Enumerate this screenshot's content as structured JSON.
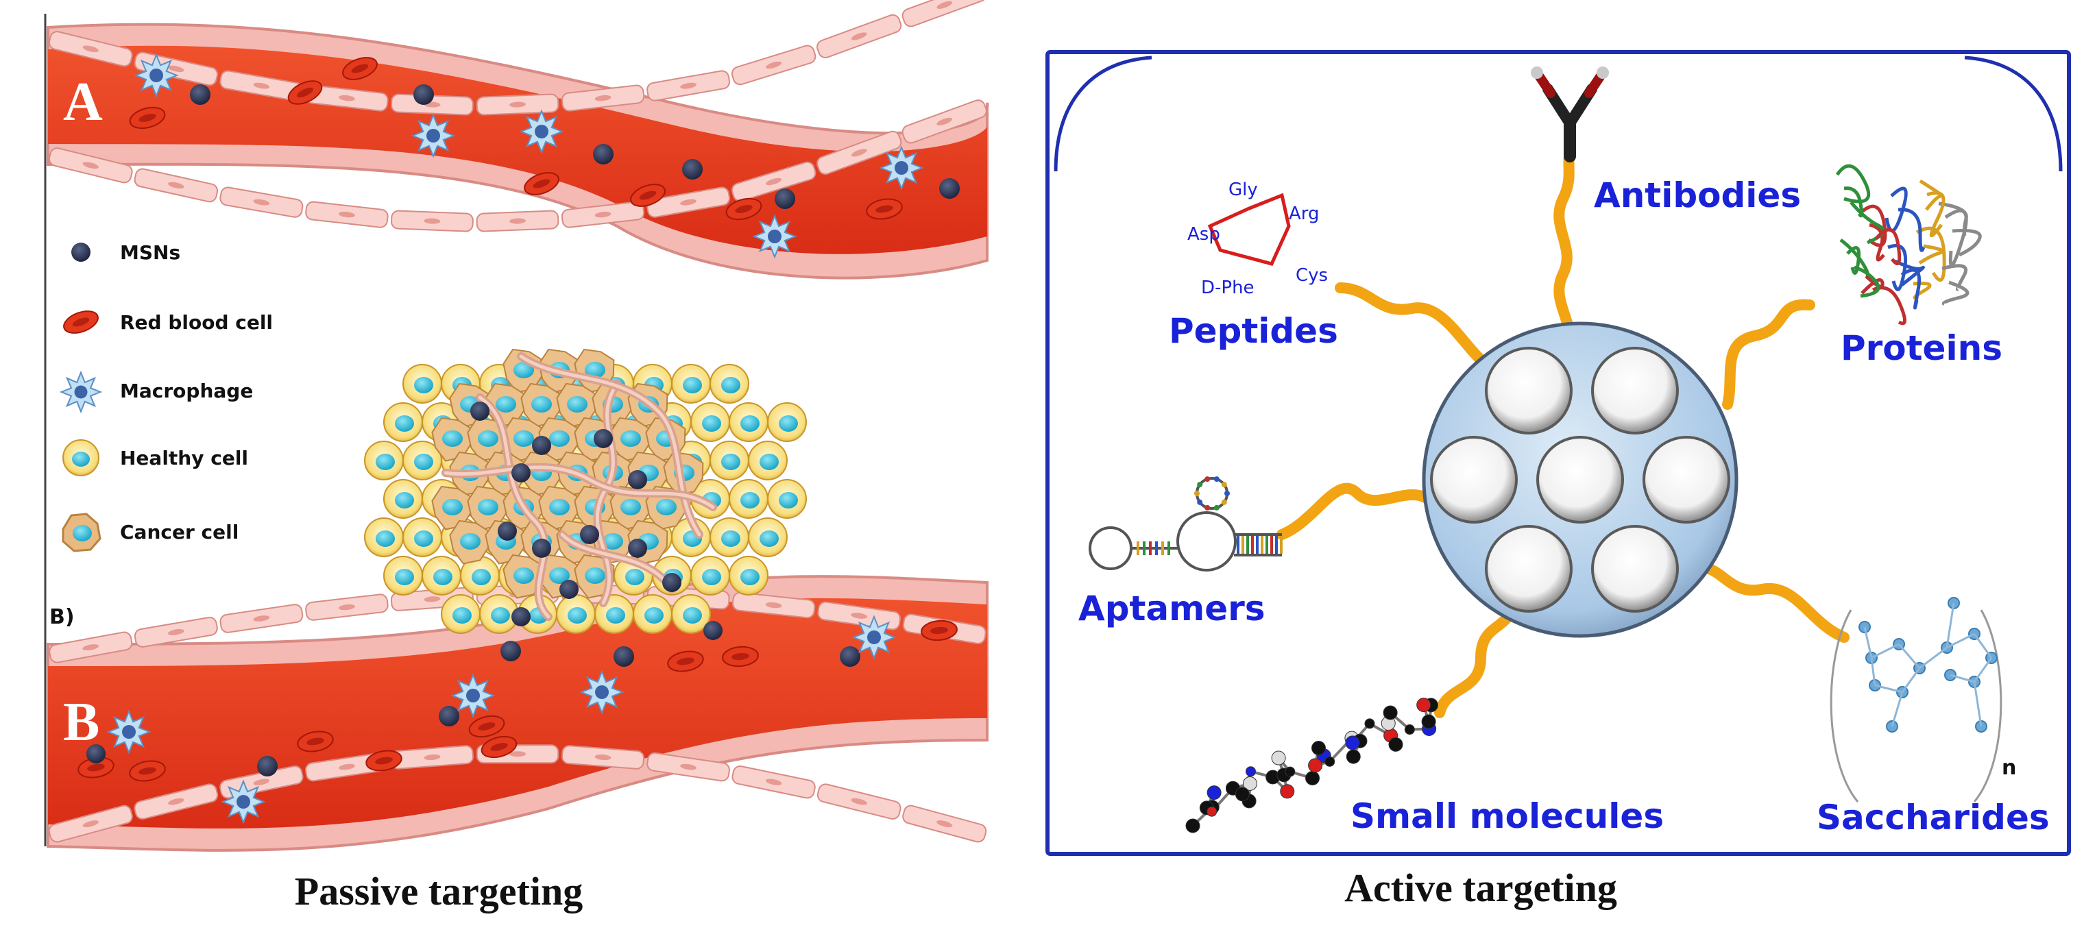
{
  "passive": {
    "caption": "Passive targeting",
    "vessel_a_label": "A",
    "vessel_b_label": "B",
    "section_b_marker": "B)",
    "legend": [
      {
        "label": "MSNs",
        "icon": "msn-icon"
      },
      {
        "label": "Red blood cell",
        "icon": "red-blood-cell-icon"
      },
      {
        "label": "Macrophage",
        "icon": "macrophage-icon"
      },
      {
        "label": "Healthy cell",
        "icon": "healthy-cell-icon"
      },
      {
        "label": "Cancer cell",
        "icon": "cancer-cell-icon"
      }
    ]
  },
  "active": {
    "caption": "Active targeting",
    "ligands": {
      "antibodies": "Antibodies",
      "peptides": "Peptides",
      "proteins": "Proteins",
      "aptamers": "Aptamers",
      "small_molecules": "Small molecules",
      "saccharides": "Saccharides"
    },
    "peptide_residues": [
      "Gly",
      "Arg",
      "Cys",
      "D-Phe",
      "Asp"
    ],
    "polymer_subscript": "n"
  },
  "colors": {
    "blood": "#e8341c",
    "vessel_wall": "#f6c7c2",
    "msn": "#2b3350",
    "ligand_label": "#1a22d8",
    "linker": "#f2a413",
    "frame": "#1f2fb0",
    "nanoparticle": "#b7d3ec"
  }
}
